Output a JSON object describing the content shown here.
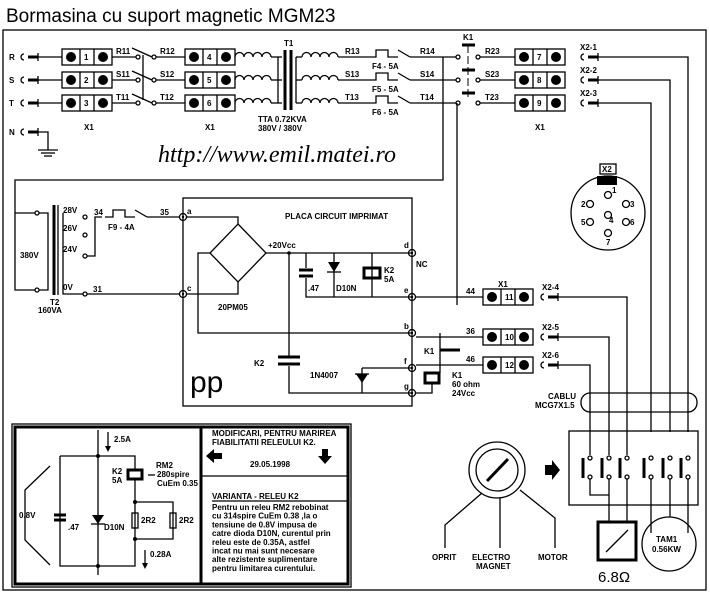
{
  "title": "Bormasina cu suport magnetic MGM23",
  "url": "http://www.emil.matei.ro",
  "phases": [
    "R",
    "S",
    "T",
    "N"
  ],
  "terminals_left": [
    "1",
    "2",
    "3"
  ],
  "terminals_mid": [
    "4",
    "5",
    "6"
  ],
  "terminals_right": [
    "7",
    "8",
    "9"
  ],
  "x1_label": "X1",
  "switch_in": [
    "R11",
    "S11",
    "T11"
  ],
  "switch_out": [
    "R12",
    "S12",
    "T12"
  ],
  "t1": {
    "name": "T1",
    "type": "TTA  0.72KVA",
    "voltage": "380V / 380V"
  },
  "fuse_in": [
    "R13",
    "S13",
    "T13"
  ],
  "fuse_out": [
    "R14",
    "S14",
    "T14"
  ],
  "fuses": [
    "F4 - 5A",
    "F5 - 5A",
    "F6 - 5A"
  ],
  "k1": "K1",
  "k1_out": [
    "R23",
    "S23",
    "T23"
  ],
  "x2_out": [
    "X2-1",
    "X2-2",
    "X2-3"
  ],
  "x2": {
    "label": "X2",
    "pins": [
      "1",
      "2",
      "3",
      "4",
      "5",
      "6",
      "7"
    ]
  },
  "t2": {
    "name": "T2",
    "power": "160VA",
    "primary": "380V",
    "taps": [
      "28V",
      "26V",
      "24V",
      "0V"
    ],
    "wire34": "34",
    "wire31": "31",
    "wire35": "35",
    "fuse": "F9 - 4A"
  },
  "pcb": {
    "title": "PLACA CIRCUIT IMPRIMAT",
    "bridge": "20PM05",
    "vcc": "+20Vcc",
    "cap": ".47",
    "diode": "D10N",
    "relay": "K2",
    "relay_rating": "5A",
    "nodes": [
      "a",
      "c",
      "d",
      "e",
      "b",
      "f",
      "g"
    ],
    "nc": "NC",
    "k2_contact": "K2",
    "diode2": "1N4007",
    "k1_contact": "K1",
    "k1_coil": "K1",
    "k1_ohm": "60 ohm",
    "k1_v": "24Vcc",
    "logo": "pp"
  },
  "x1_lower": {
    "label": "X1",
    "wires": [
      "44",
      "36",
      "46"
    ],
    "terms": [
      "11",
      "10",
      "12"
    ],
    "x2": [
      "X2-4",
      "X2-5",
      "X2-6"
    ]
  },
  "cable": {
    "l1": "CABLU",
    "l2": "MCG7X1.5"
  },
  "switch_labels": [
    "OPRIT",
    "ELECTRO\nMAGNET",
    "MOTOR"
  ],
  "sw_lbl": {
    "oprit": "OPRIT",
    "em1": "ELECTRO",
    "em2": "MAGNET",
    "motor": "MOTOR"
  },
  "magnet_res": "6.8Ω",
  "motor": {
    "name": "TAM1",
    "power": "0.56KW"
  },
  "detail": {
    "i_in": "2.5A",
    "i_out": "0.28A",
    "v": "0.8V",
    "cap": ".47",
    "diode": "D10N",
    "relay": "K2",
    "relay_rating": "5A",
    "rm": "RM2",
    "turns": "280spire",
    "wire": "CuEm 0.35",
    "r1": "2R2",
    "r2": "2R2"
  },
  "note": {
    "title1": "MODIFICARI, PENTRU MARIREA",
    "title2": "FIABILITATII RELEULUI K2.",
    "date": "29.05.1998",
    "variant": "VARIANTA         - RELEU K2",
    "lines": [
      "Pentru un releu RM2    rebobinat",
      "cu 314spire     CuEm 0.38 ,la o",
      "tensiune de 0.8V impusa de",
      "catre dioda D10N,   curentul prin",
      "releu este de 0.35A,    astfel",
      "incat nu mai sunt necesare",
      "alte  rezistente suplimentare",
      "pentru limitarea curentului."
    ]
  }
}
